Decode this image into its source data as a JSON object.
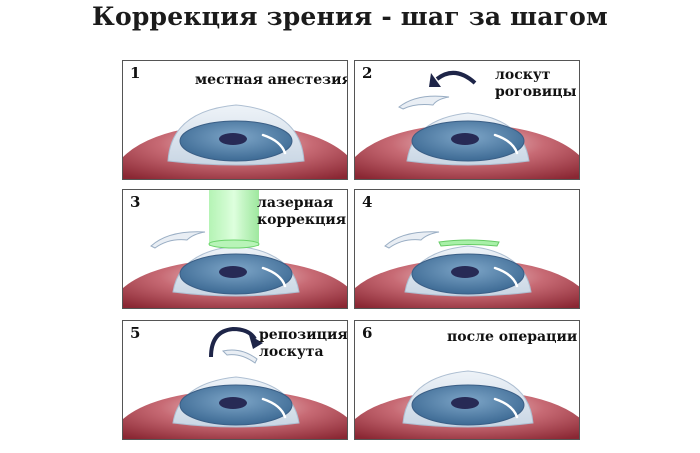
{
  "title": "Коррекция зрения - шаг за шагом",
  "steps": [
    {
      "number": "1",
      "caption": [
        "местная анестезия"
      ]
    },
    {
      "number": "2",
      "caption": [
        "лоскут",
        "роговицы"
      ]
    },
    {
      "number": "3",
      "caption": [
        "лазерная",
        "коррекция"
      ]
    },
    {
      "number": "4",
      "caption": []
    },
    {
      "number": "5",
      "caption": [
        "репозиция",
        "лоскута"
      ]
    },
    {
      "number": "6",
      "caption": [
        "после операции"
      ]
    }
  ],
  "colors": {
    "sclera_dark": "#8e2a36",
    "sclera_light": "#e8b8ba",
    "iris": "#4f7fa8",
    "pupil": "#272a55",
    "laser": "#7fe87f",
    "arrow": "#1e2548"
  }
}
